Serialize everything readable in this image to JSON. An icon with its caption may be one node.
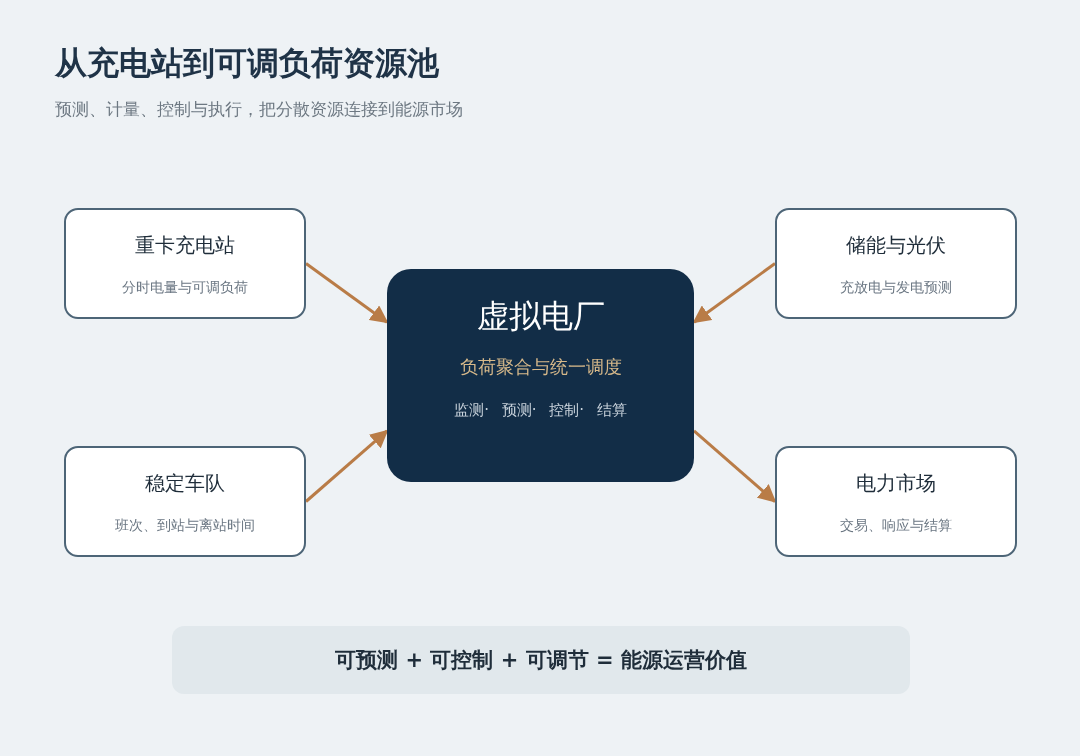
{
  "diagram": {
    "title": "从充电站到可调负荷资源池",
    "caption": "预测、计量、控制与执行，把分散资源连接到能源市场",
    "nodes": [
      {
        "text": [
          "重卡充电站",
          "分时电量与可调负荷"
        ]
      },
      {
        "text": [
          "储能与光伏",
          "充放电与发电预测"
        ]
      },
      {
        "text": [
          "虚拟电厂",
          "负荷聚合与统一调度",
          "监测· 预测· 控制· 结算"
        ]
      },
      {
        "text": [
          "稳定车队",
          "班次、到站与离站时间"
        ]
      },
      {
        "text": [
          "电力市场",
          "交易、响应与结算"
        ]
      },
      {
        "text": [
          "可预测 + 可控制 + 可调节 = 能源运营价值"
        ]
      }
    ],
    "edges": [
      {
        "from": 0,
        "to": 2,
        "arrow": "to"
      },
      {
        "from": 1,
        "to": 2,
        "arrow": "to"
      },
      {
        "from": 3,
        "to": 2,
        "arrow": "to"
      },
      {
        "from": 2,
        "to": 4,
        "arrow": "to"
      }
    ]
  }
}
